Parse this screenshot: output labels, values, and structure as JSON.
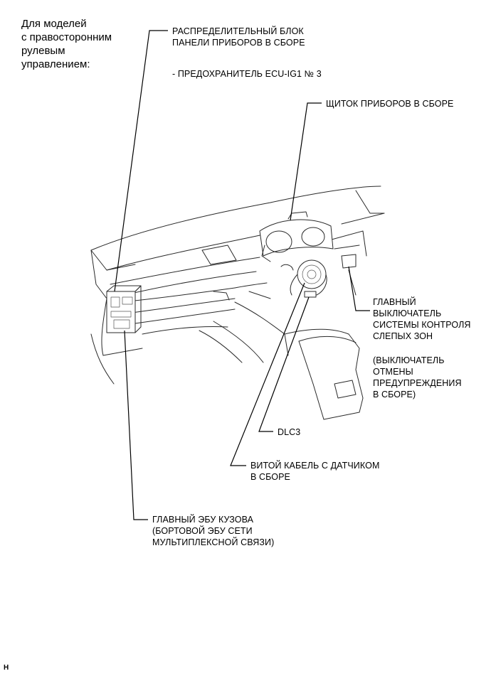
{
  "heading": "Для моделей\nс правосторонним\nрулевым\nуправлением:",
  "labels": {
    "junction_block": "РАСПРЕДЕЛИТЕЛЬНЫЙ БЛОК\nПАНЕЛИ ПРИБОРОВ В СБОРЕ",
    "fuse": "- ПРЕДОХРАНИТЕЛЬ ECU-IG1 № 3",
    "meter": "ЩИТОК ПРИБОРОВ В СБОРЕ",
    "blind_spot_switch": "ГЛАВНЫЙ\nВЫКЛЮЧАТЕЛЬ\nСИСТЕМЫ КОНТРОЛЯ\nСЛЕПЫХ ЗОН",
    "cancel_switch": "(ВЫКЛЮЧАТЕЛЬ\nОТМЕНЫ\nПРЕДУПРЕЖДЕНИЯ\nВ СБОРЕ)",
    "dlc3": "DLC3",
    "spiral_cable": "ВИТОЙ КАБЕЛЬ С ДАТЧИКОМ\nВ СБОРЕ",
    "body_ecu": "ГЛАВНЫЙ ЭБУ КУЗОВА\n(БОРТОВОЙ ЭБУ СЕТИ\nМУЛЬТИПЛЕКСНОЙ СВЯЗИ)"
  },
  "footer": "H"
}
